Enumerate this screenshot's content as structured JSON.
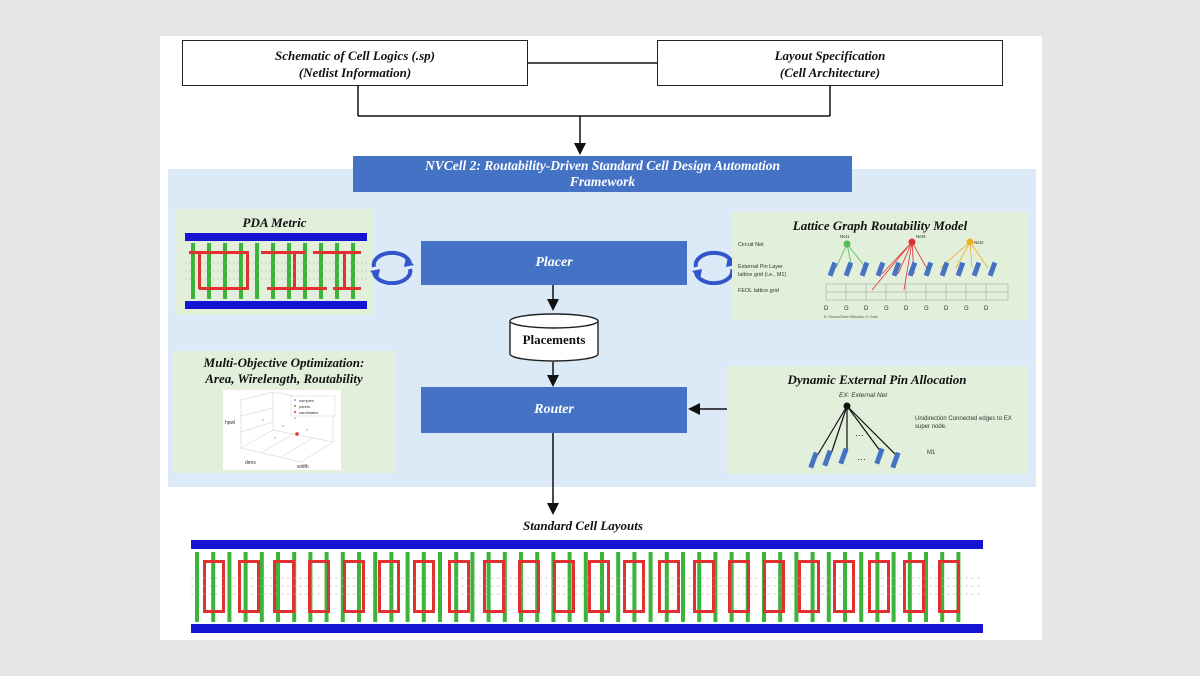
{
  "inputs": {
    "schematic": {
      "line1": "Schematic of Cell Logics (.sp)",
      "line2": "(Netlist Information)"
    },
    "layout_spec": {
      "line1": "Layout Specification",
      "line2": "(Cell Architecture)"
    }
  },
  "framework": {
    "title_line1": "NVCell 2: Routability-Driven Standard Cell Design Automation",
    "title_line2": "Framework"
  },
  "stages": {
    "placer": "Placer",
    "placements": "Placements",
    "router": "Router"
  },
  "panels": {
    "pda": {
      "title": "PDA Metric"
    },
    "moo": {
      "title_line1": "Multi-Objective Optimization:",
      "title_line2": "Area, Wirelength, Routability",
      "legend": [
        "samples",
        "pareto",
        "candidates"
      ],
      "axis_x": "width",
      "axis_y": "dens",
      "axis_z": "hpwl"
    },
    "lattice": {
      "title": "Lattice Graph Routability Model",
      "row_labels": [
        "Circuit Net",
        "External Pin Layer",
        "lattice grid (i.e., M1)",
        "FEOL lattice grid"
      ],
      "nets": [
        "Net1",
        "Net2",
        "Net3"
      ],
      "gate_labels": [
        "D",
        "G",
        "D",
        "G",
        "D",
        "G",
        "D",
        "G",
        "D"
      ],
      "footnote": "D: Source/Drain Diffusion; G: Gate"
    },
    "dpa": {
      "title": "Dynamic External Pin Allocation",
      "ex_label": "EX: External Net",
      "desc_line1": "Unidirection Connected edges to EX",
      "desc_line2": "super node.",
      "layer": "M1"
    }
  },
  "output": {
    "title": "Standard Cell Layouts"
  },
  "colors": {
    "accent": "#4472c4",
    "band": "#dce9f6",
    "panel": "#e2efda",
    "rail": "#1414d2",
    "poly": "#3cb43c",
    "metal": "#e03030"
  }
}
